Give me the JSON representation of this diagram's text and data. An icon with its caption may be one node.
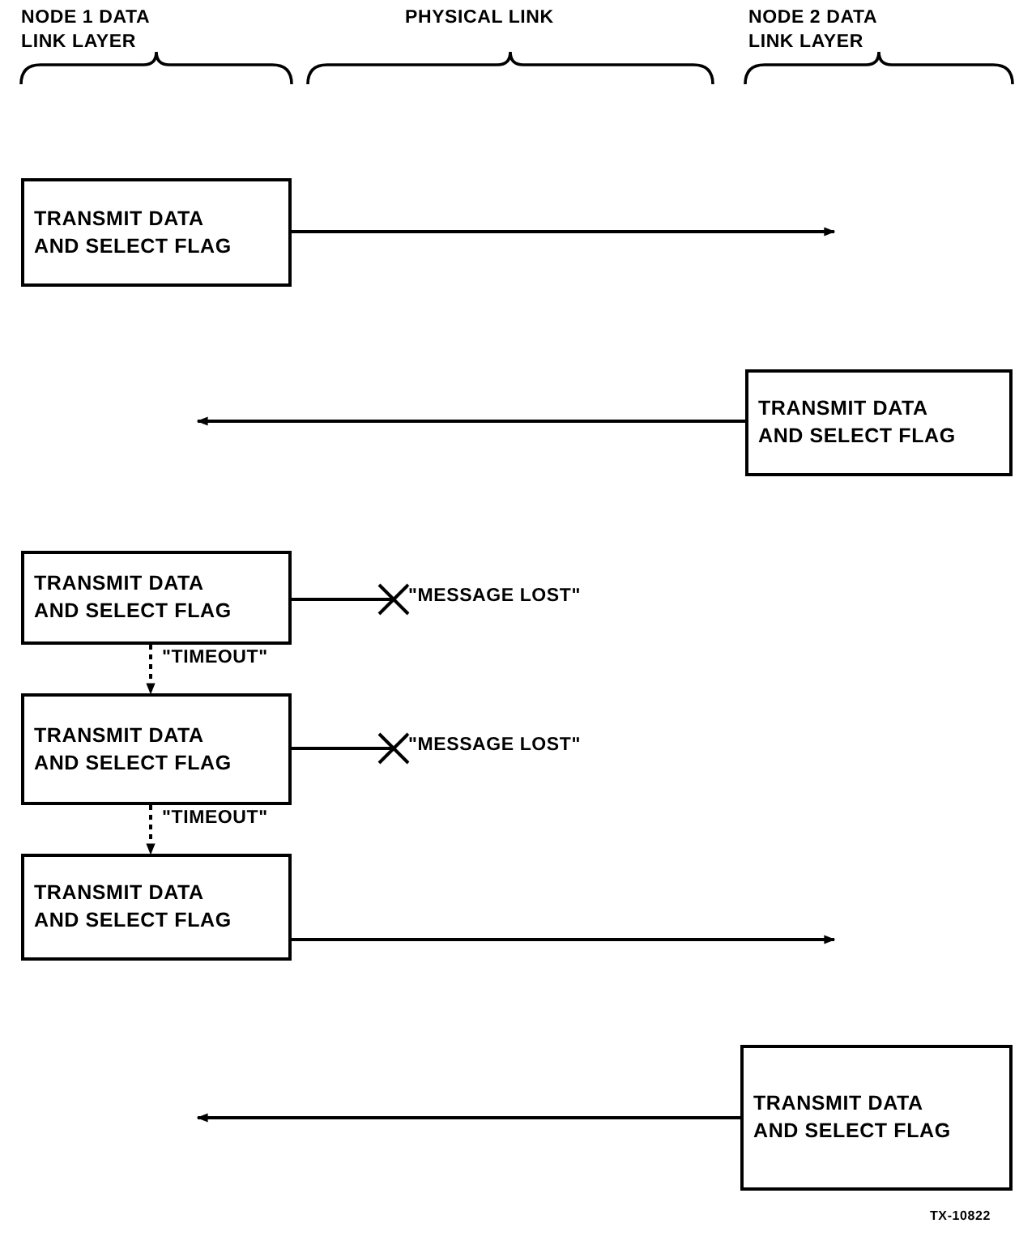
{
  "diagram": {
    "nodes": [
      {
        "text": [
          "TRANSMIT DATA AND SELECT FLAG"
        ]
      },
      {
        "text": [
          "TRANSMIT DATA AND SELECT FLAG"
        ]
      },
      {
        "text": [
          "TRANSMIT DATA AND SELECT FLAG"
        ]
      },
      {
        "text": [
          "TRANSMIT DATA AND SELECT FLAG"
        ]
      },
      {
        "text": [
          "TRANSMIT DATA AND SELECT FLAG"
        ]
      },
      {
        "text": [
          "TRANSMIT DATA AND SELECT FLAG"
        ]
      }
    ],
    "edges": [
      {
        "from": 0,
        "to": null,
        "arrow": "to"
      },
      {
        "from": 1,
        "to": null,
        "arrow": "to"
      },
      {
        "from": 2,
        "to": null,
        "arrow": "none",
        "label": "\"MESSAGE LOST\""
      },
      {
        "from": 2,
        "to": 3,
        "arrow": "to",
        "style": "dashed",
        "label": "\"TIMEOUT\""
      },
      {
        "from": 3,
        "to": null,
        "arrow": "none",
        "label": "\"MESSAGE LOST\""
      },
      {
        "from": 3,
        "to": 4,
        "arrow": "to",
        "style": "dashed",
        "label": "\"TIMEOUT\""
      },
      {
        "from": 4,
        "to": null,
        "arrow": "to"
      },
      {
        "from": 5,
        "to": null,
        "arrow": "to"
      }
    ],
    "labels": [
      "NODE 1 DATA LINK LAYER",
      "PHYSICAL LINK",
      "NODE 2 DATA LINK LAYER",
      "TX-10822"
    ]
  }
}
